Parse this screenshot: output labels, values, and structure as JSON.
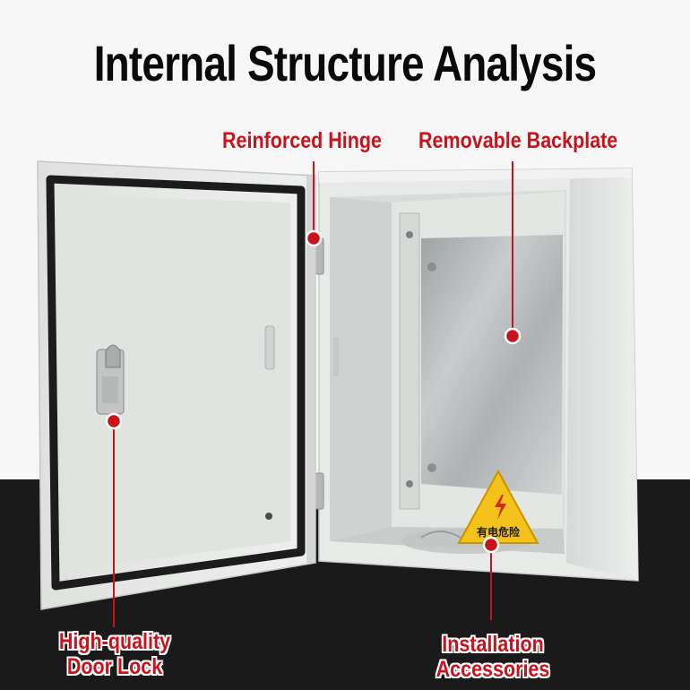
{
  "title": "Internal Structure Analysis",
  "callouts": {
    "hinge": "Reinforced Hinge",
    "backplate": "Removable Backplate",
    "door_lock": {
      "line1": "High-quality",
      "line2": "Door Lock"
    },
    "accessories": {
      "line1": "Installation",
      "line2": "Accessories"
    }
  },
  "warning_label": "有电危险",
  "colors": {
    "accent": "#c8121c",
    "enclosure": "#e6e8e6",
    "gasket": "#1c1c1c",
    "backplate": "#b8bcbc",
    "warning": "#f4c21a",
    "floor": "#1a1a1a"
  }
}
